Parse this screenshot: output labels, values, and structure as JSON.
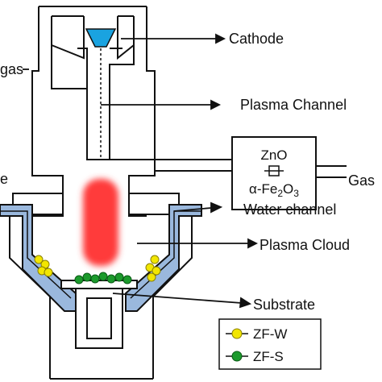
{
  "labels": {
    "cathode": "Cathode",
    "gas_left_partial": "gas",
    "plasma_channel": "Plasma Channel",
    "gas_right_partial": "Gas",
    "left_edge_partial": "e",
    "water_channel": "Water channel",
    "plasma_cloud": "Plasma Cloud",
    "substrate": "Substrate"
  },
  "feed_box": {
    "line1": "ZnO",
    "line2_prefix": "α-Fe",
    "line2_sub1": "2",
    "line2_mid": "O",
    "line2_sub2": "3"
  },
  "legend": {
    "items": [
      {
        "label": "ZF-W",
        "color": "#f2e600"
      },
      {
        "label": "ZF-S",
        "color": "#1c9a2c"
      }
    ]
  },
  "colors": {
    "line": "#111111",
    "cathode_tip": "#1aa3e0",
    "plasma_jet": "#ff3b3b",
    "water_wall": "#9ab8dd",
    "particle_yellow": "#f2e600",
    "particle_green": "#1c9a2c"
  }
}
